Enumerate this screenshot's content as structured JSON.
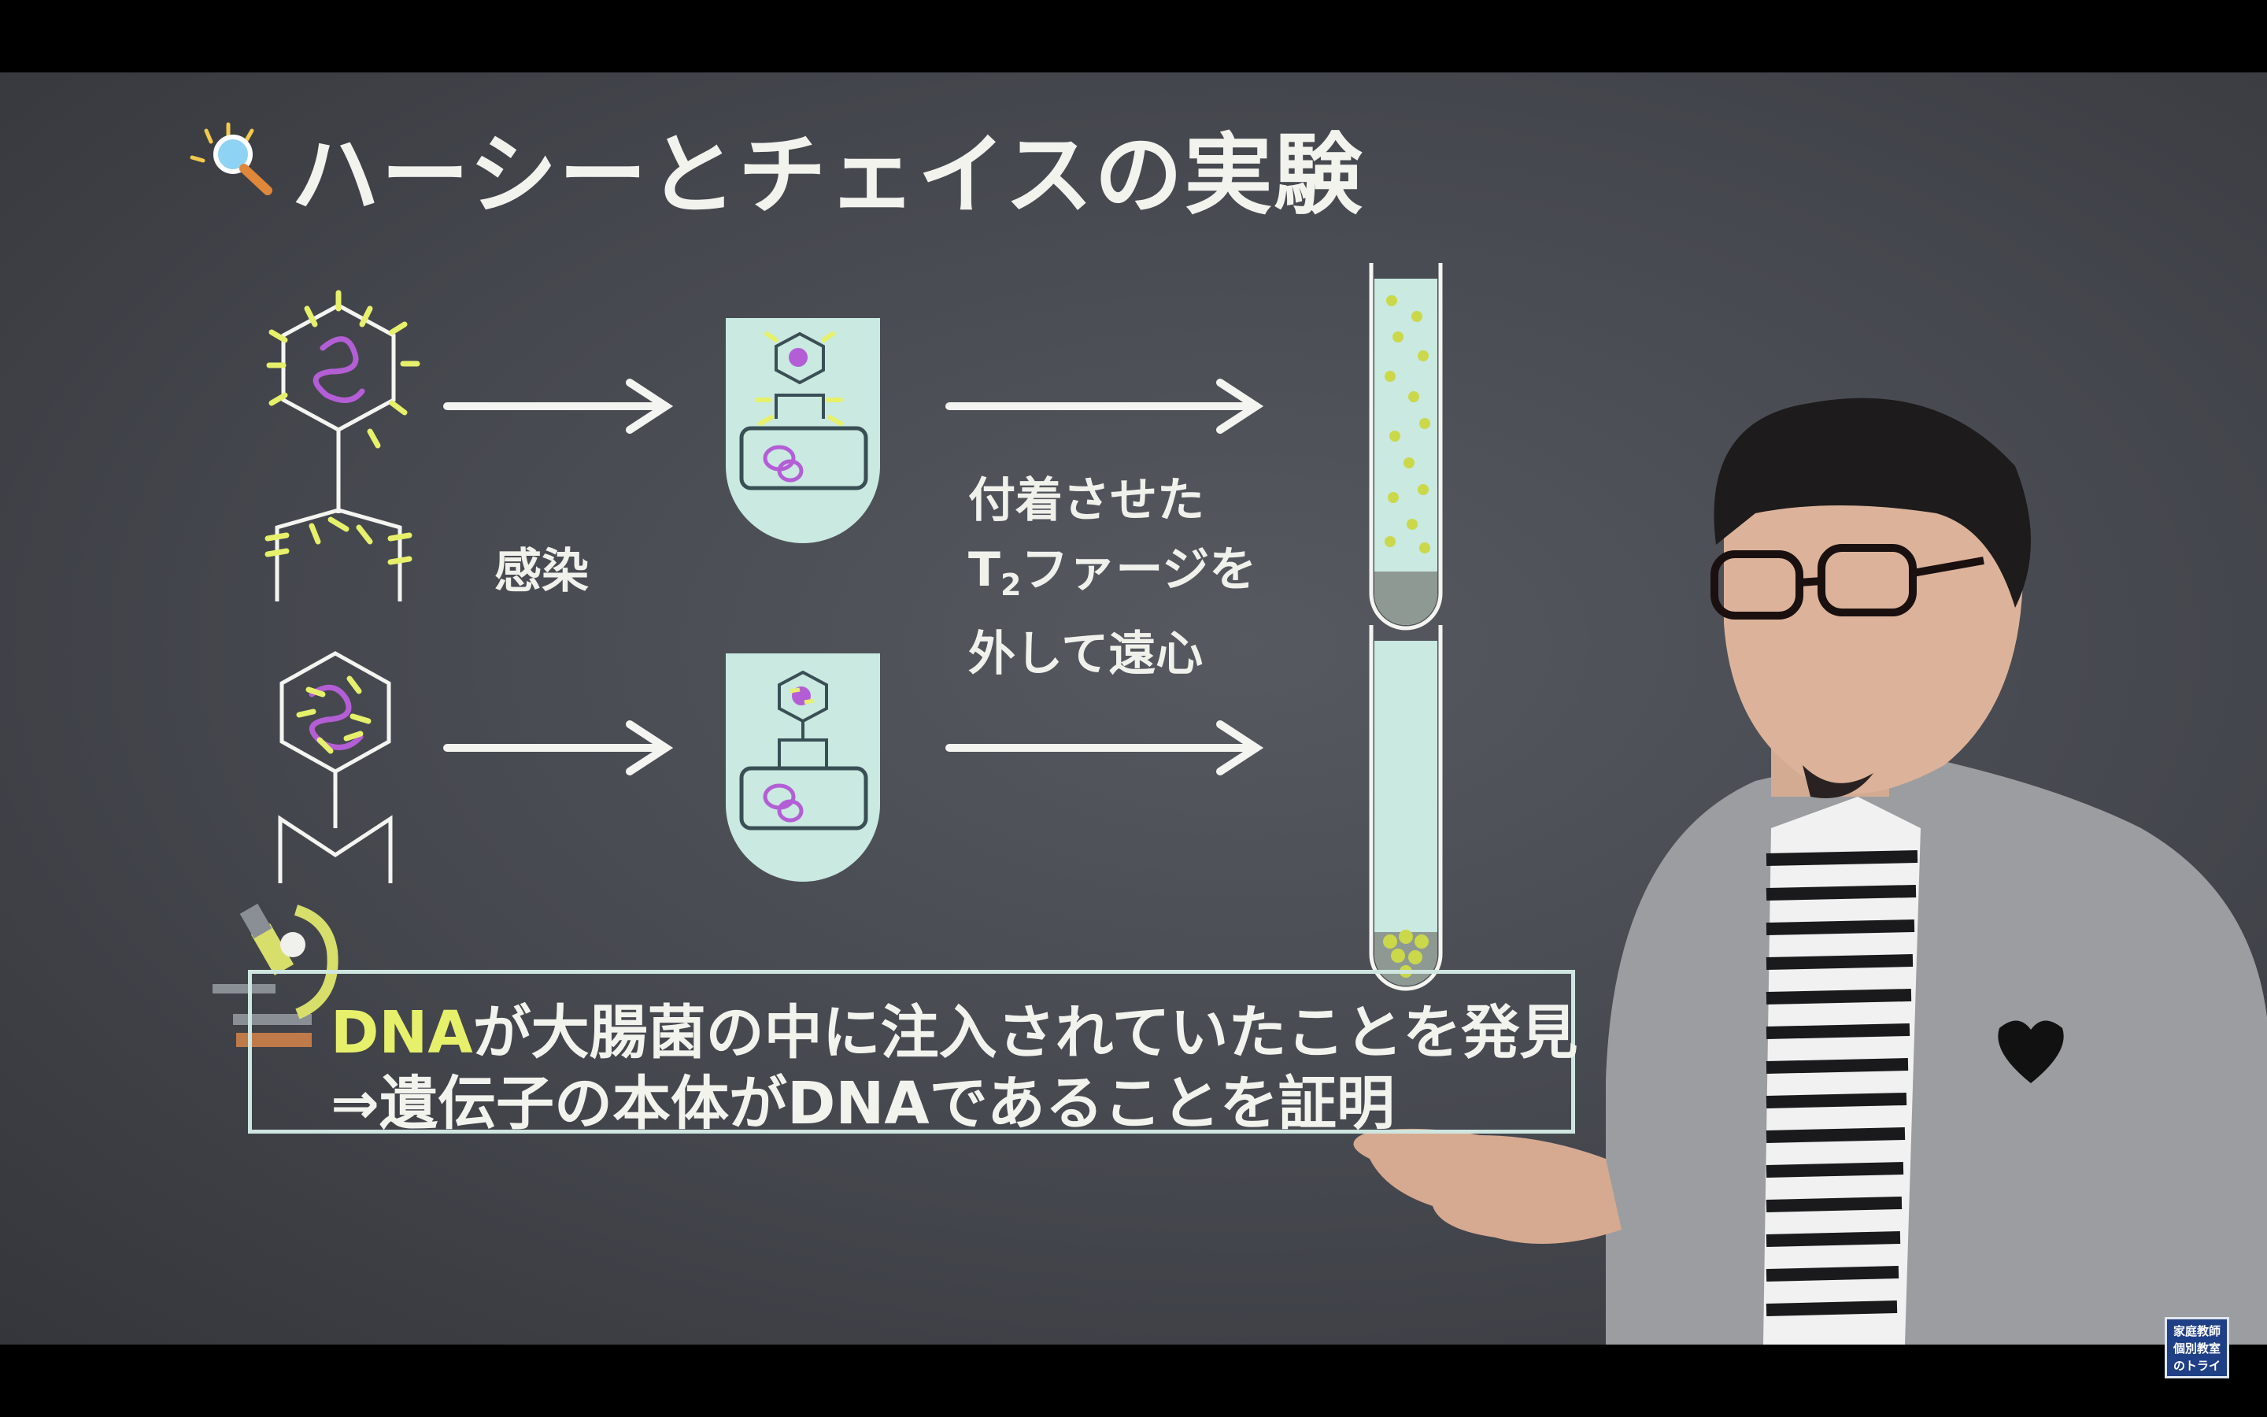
{
  "slide": {
    "title": "ハーシーとチェイスの実験",
    "label_infection": "感染",
    "label_detach": {
      "line1": "付着させた",
      "line2_prefix": "T",
      "line2_sub": "2",
      "line2_suffix": "ファージを",
      "line3": "外して遠心"
    },
    "conclusion": {
      "line1_highlight": "DNA",
      "line1_rest": "が大腸菌の中に注入されていたことを発見",
      "line2": "⇒遺伝子の本体がDNAであることを証明"
    }
  },
  "icons": {
    "title_icon": "magnifier-icon",
    "conclusion_icon": "microscope-icon"
  },
  "colors": {
    "board": "#4a4c53",
    "chalk_white": "#f3f3ee",
    "highlight_yellow": "#e7f06a",
    "dna_purple": "#b45ed6",
    "tube_fill": "#c9e9e1"
  },
  "channel_logo": {
    "line1": "家庭教師",
    "line2": "個別教室",
    "line3": "のトライ"
  }
}
